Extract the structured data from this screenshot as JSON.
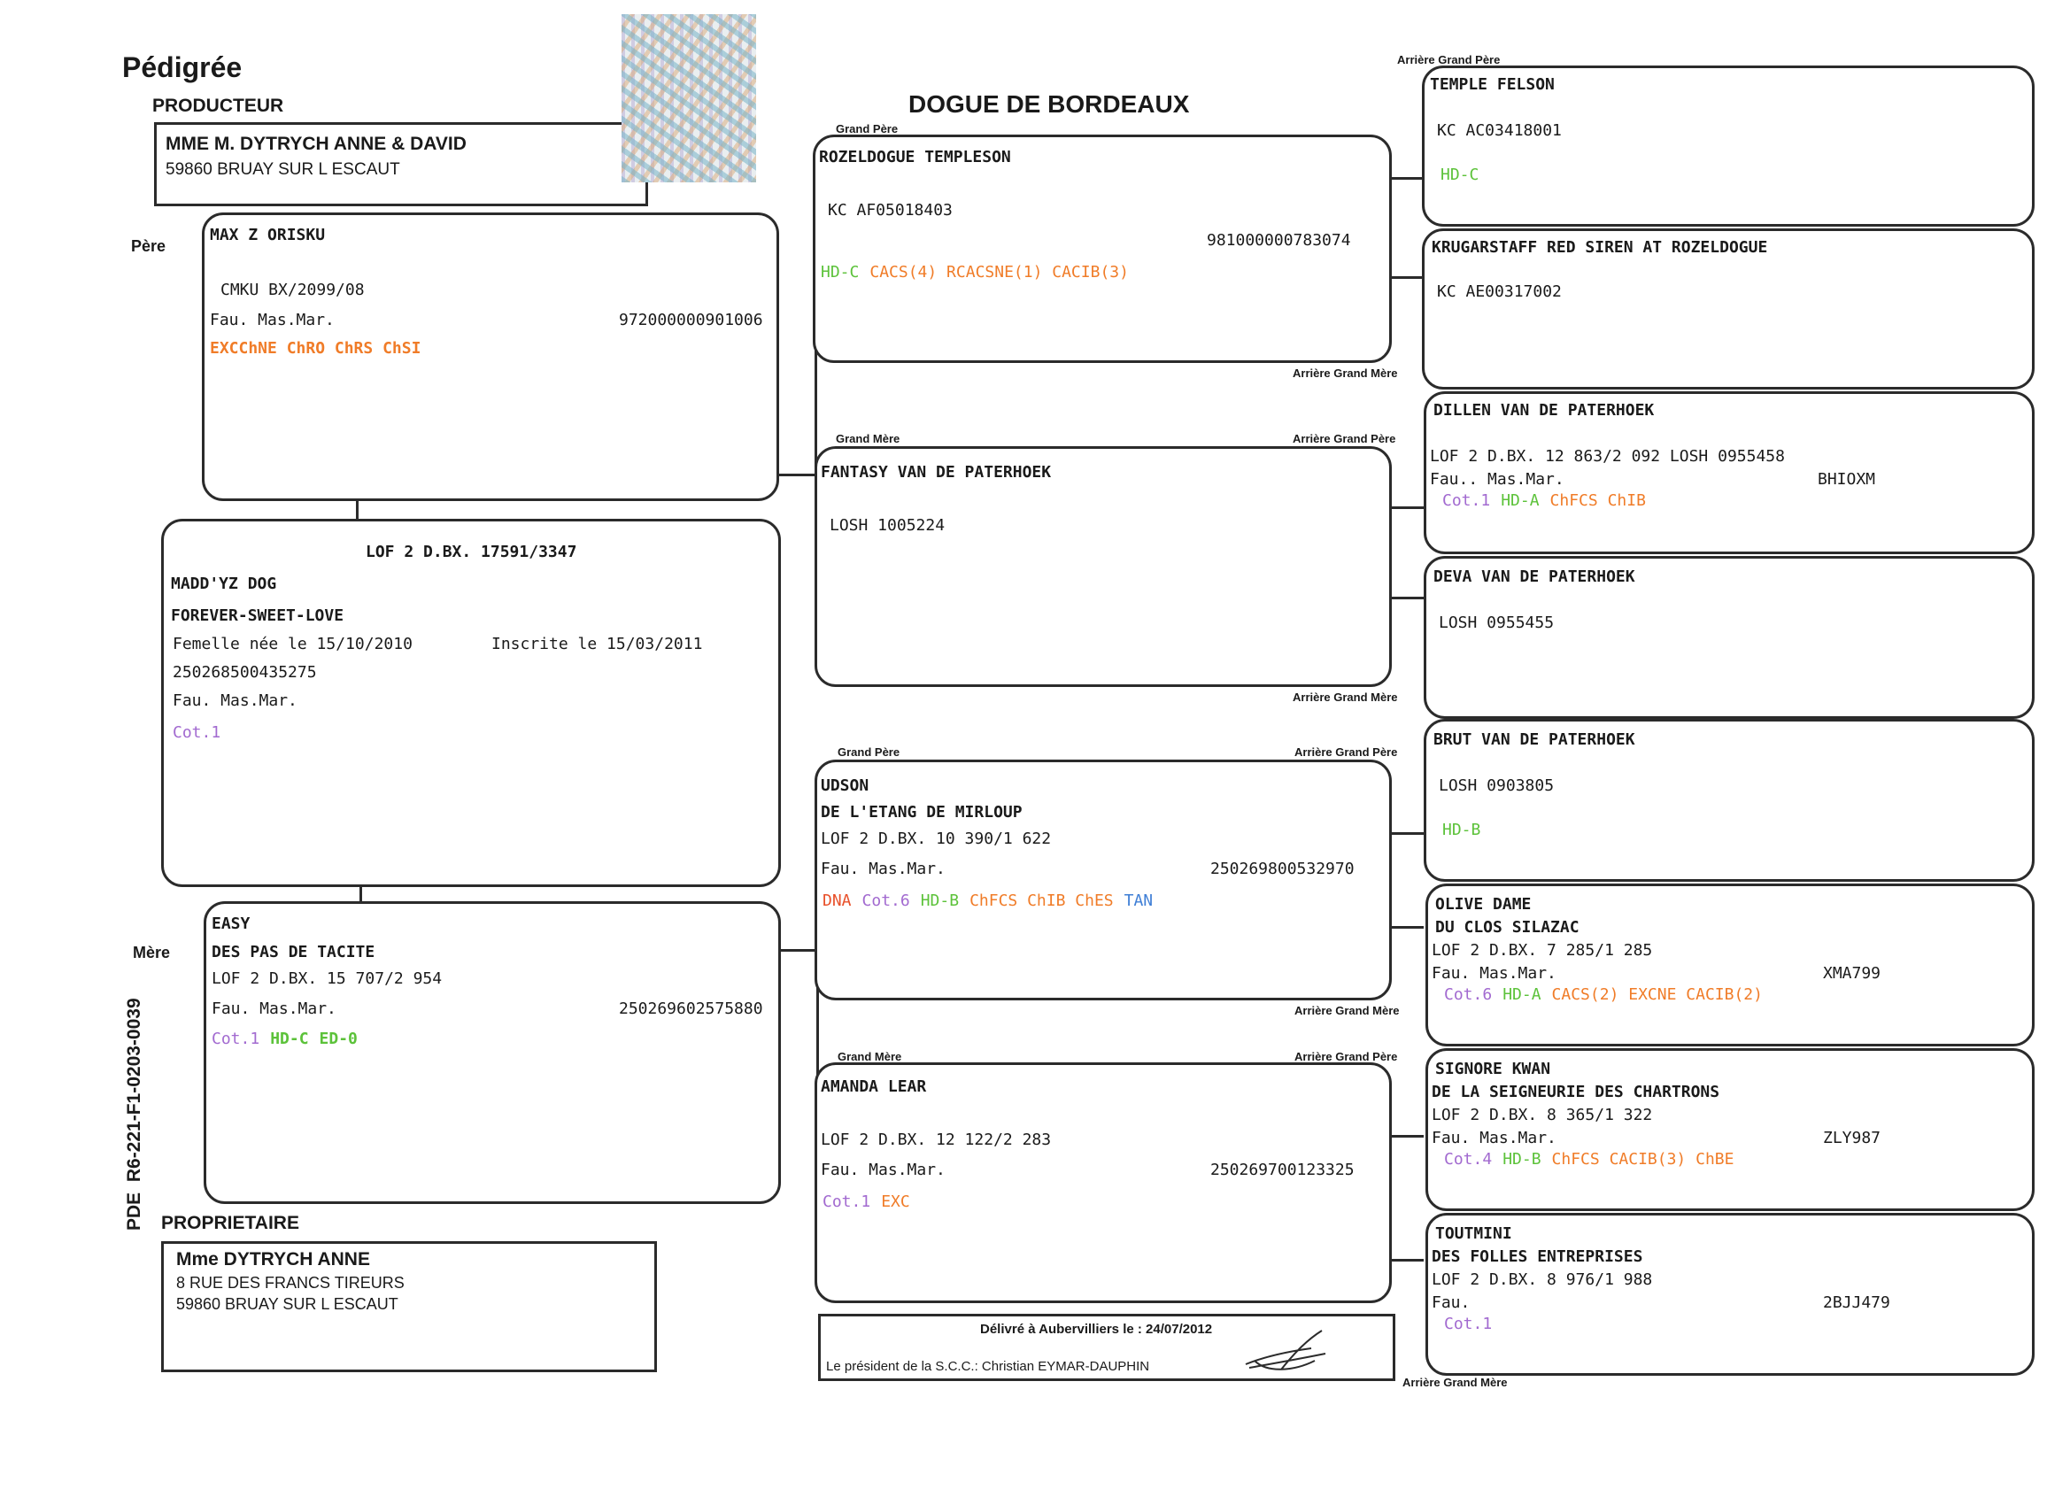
{
  "header": {
    "doc_title": "Pédigrée",
    "breed": "DOGUE DE BORDEAUX",
    "producer_label": "PRODUCTEUR",
    "producer_name": "MME M. DYTRYCH ANNE & DAVID",
    "producer_city": "59860 BRUAY SUR L ESCAUT"
  },
  "owner": {
    "label": "PROPRIETAIRE",
    "name": "Mme DYTRYCH ANNE",
    "street": "8 RUE DES FRANCS TIREURS",
    "city": "59860 BRUAY SUR L ESCAUT"
  },
  "side_code": "PDE  R6-221-F1-0203-0039",
  "labels": {
    "pere": "Père",
    "mere": "Mère",
    "grand_pere": "Grand Père",
    "grand_mere": "Grand Mère",
    "arriere_grand_pere": "Arrière Grand Père",
    "arriere_grand_mere": "Arrière Grand Mère"
  },
  "subject": {
    "registration": "LOF 2 D.BX. 17591/3347",
    "name1": "MADD'YZ DOG",
    "name2": "FOREVER-SWEET-LOVE",
    "birth": "Femelle née le 15/10/2010",
    "inscription": "Inscrite le 15/03/2011",
    "chip": "250268500435275",
    "color": "Fau. Mas.Mar.",
    "cot": "Cot.1"
  },
  "father": {
    "name": "MAX Z ORISKU",
    "registration": "CMKU BX/2099/08",
    "color": "Fau. Mas.Mar.",
    "chip": "972000000901006",
    "titles": "EXCChNE ChRO ChRS ChSI"
  },
  "mother": {
    "name": "EASY",
    "affix": "DES PAS DE TACITE",
    "registration": "LOF 2 D.BX. 15 707/2 954",
    "color": "Fau. Mas.Mar.",
    "chip": "250269602575880",
    "t1": "Cot.1",
    "t2": "HD-C",
    "t3": "ED-0"
  },
  "gp_father": {
    "name": "ROZELDOGUE TEMPLESON",
    "registration": "KC AF05018403",
    "chip": "981000000783074",
    "t1": "HD-C",
    "t2": "CACS(4) RCACSNE(1) CACIB(3)"
  },
  "gm_father": {
    "name": "FANTASY VAN DE PATERHOEK",
    "registration": "LOSH 1005224"
  },
  "gp_mother": {
    "name": "UDSON",
    "affix": "DE L'ETANG DE MIRLOUP",
    "registration": "LOF 2 D.BX. 10 390/1 622",
    "color": "Fau. Mas.Mar.",
    "chip": "250269800532970",
    "t1": "DNA",
    "t2": "Cot.6",
    "t3": "HD-B",
    "t4": "ChFCS ChIB ChES",
    "t5": "TAN"
  },
  "gm_mother": {
    "name": "AMANDA LEAR",
    "registration": "LOF 2 D.BX. 12 122/2 283",
    "color": "Fau. Mas.Mar.",
    "chip": "250269700123325",
    "t1": "Cot.1",
    "t2": "EXC"
  },
  "ggp": [
    {
      "name": "TEMPLE FELSON",
      "registration": "KC AC03418001",
      "t_green": "HD-C"
    },
    {
      "name": "KRUGARSTAFF RED SIREN AT ROZELDOGUE",
      "registration": "KC AE00317002"
    },
    {
      "name": "DILLEN VAN DE PATERHOEK",
      "registration": "LOF 2 D.BX. 12 863/2 092 LOSH 0955458",
      "color": "Fau.. Mas.Mar.",
      "code": "BHIOXM",
      "t_purple": "Cot.1",
      "t_green": "HD-A",
      "t_orange": "ChFCS ChIB"
    },
    {
      "name": "DEVA VAN DE PATERHOEK",
      "registration": "LOSH 0955455"
    },
    {
      "name": "BRUT VAN DE PATERHOEK",
      "registration": "LOSH 0903805",
      "t_green": "HD-B"
    },
    {
      "name": "OLIVE DAME",
      "affix": "DU CLOS SILAZAC",
      "registration": "LOF 2 D.BX. 7 285/1 285",
      "color": "Fau. Mas.Mar.",
      "code": "XMA799",
      "t_purple": "Cot.6",
      "t_green": "HD-A",
      "t_orange": "CACS(2) EXCNE CACIB(2)"
    },
    {
      "name": "SIGNORE KWAN",
      "affix": "DE LA SEIGNEURIE DES CHARTRONS",
      "registration": "LOF 2 D.BX. 8 365/1 322",
      "color": "Fau. Mas.Mar.",
      "code": "ZLY987",
      "t_purple": "Cot.4",
      "t_green": "HD-B",
      "t_orange": "ChFCS CACIB(3) ChBE"
    },
    {
      "name": "TOUTMINI",
      "affix": "DES FOLLES ENTREPRISES",
      "registration": "LOF 2 D.BX. 8 976/1 988",
      "color": "Fau.",
      "code": "2BJJ479",
      "t_purple": "Cot.1"
    }
  ],
  "footer": {
    "delivered": "Délivré à Aubervilliers le : 24/07/2012",
    "president": "Le président de la S.C.C.: Christian EYMAR-DAUPHIN"
  }
}
